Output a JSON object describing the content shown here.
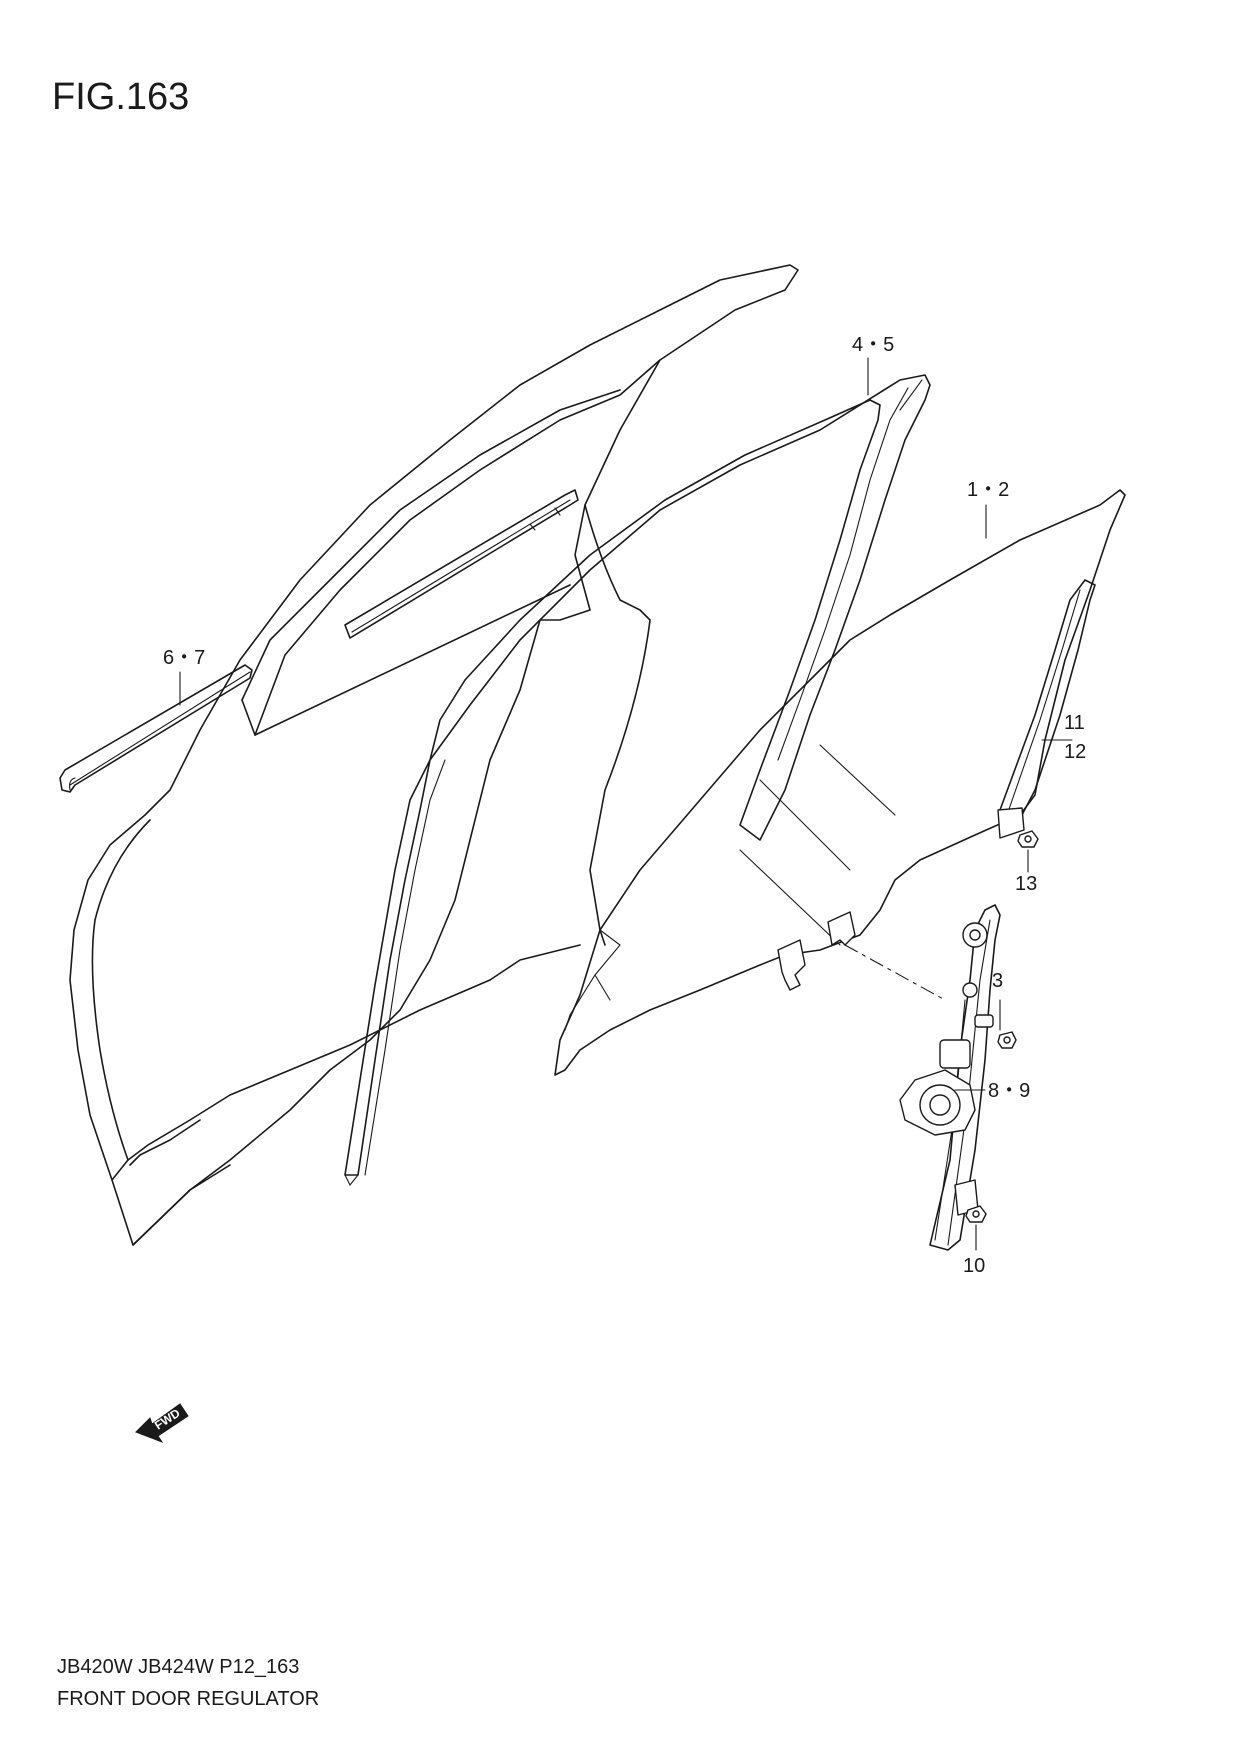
{
  "figure": {
    "title": "FIG.163"
  },
  "callouts": [
    {
      "id": "1-2",
      "text": "1・2"
    },
    {
      "id": "3",
      "text": "3"
    },
    {
      "id": "4-5",
      "text": "4・5"
    },
    {
      "id": "6-7",
      "text": "6・7"
    },
    {
      "id": "8-9",
      "text": "8・9"
    },
    {
      "id": "10",
      "text": "10"
    },
    {
      "id": "11",
      "text": "11"
    },
    {
      "id": "12",
      "text": "12"
    },
    {
      "id": "13",
      "text": "13"
    }
  ],
  "fwd_arrow": {
    "label": "FWD",
    "icon": "fwd-arrow-icon"
  },
  "footer": {
    "model_code": "JB420W JB424W P12_163",
    "diagram_name": "FRONT DOOR REGULATOR"
  }
}
